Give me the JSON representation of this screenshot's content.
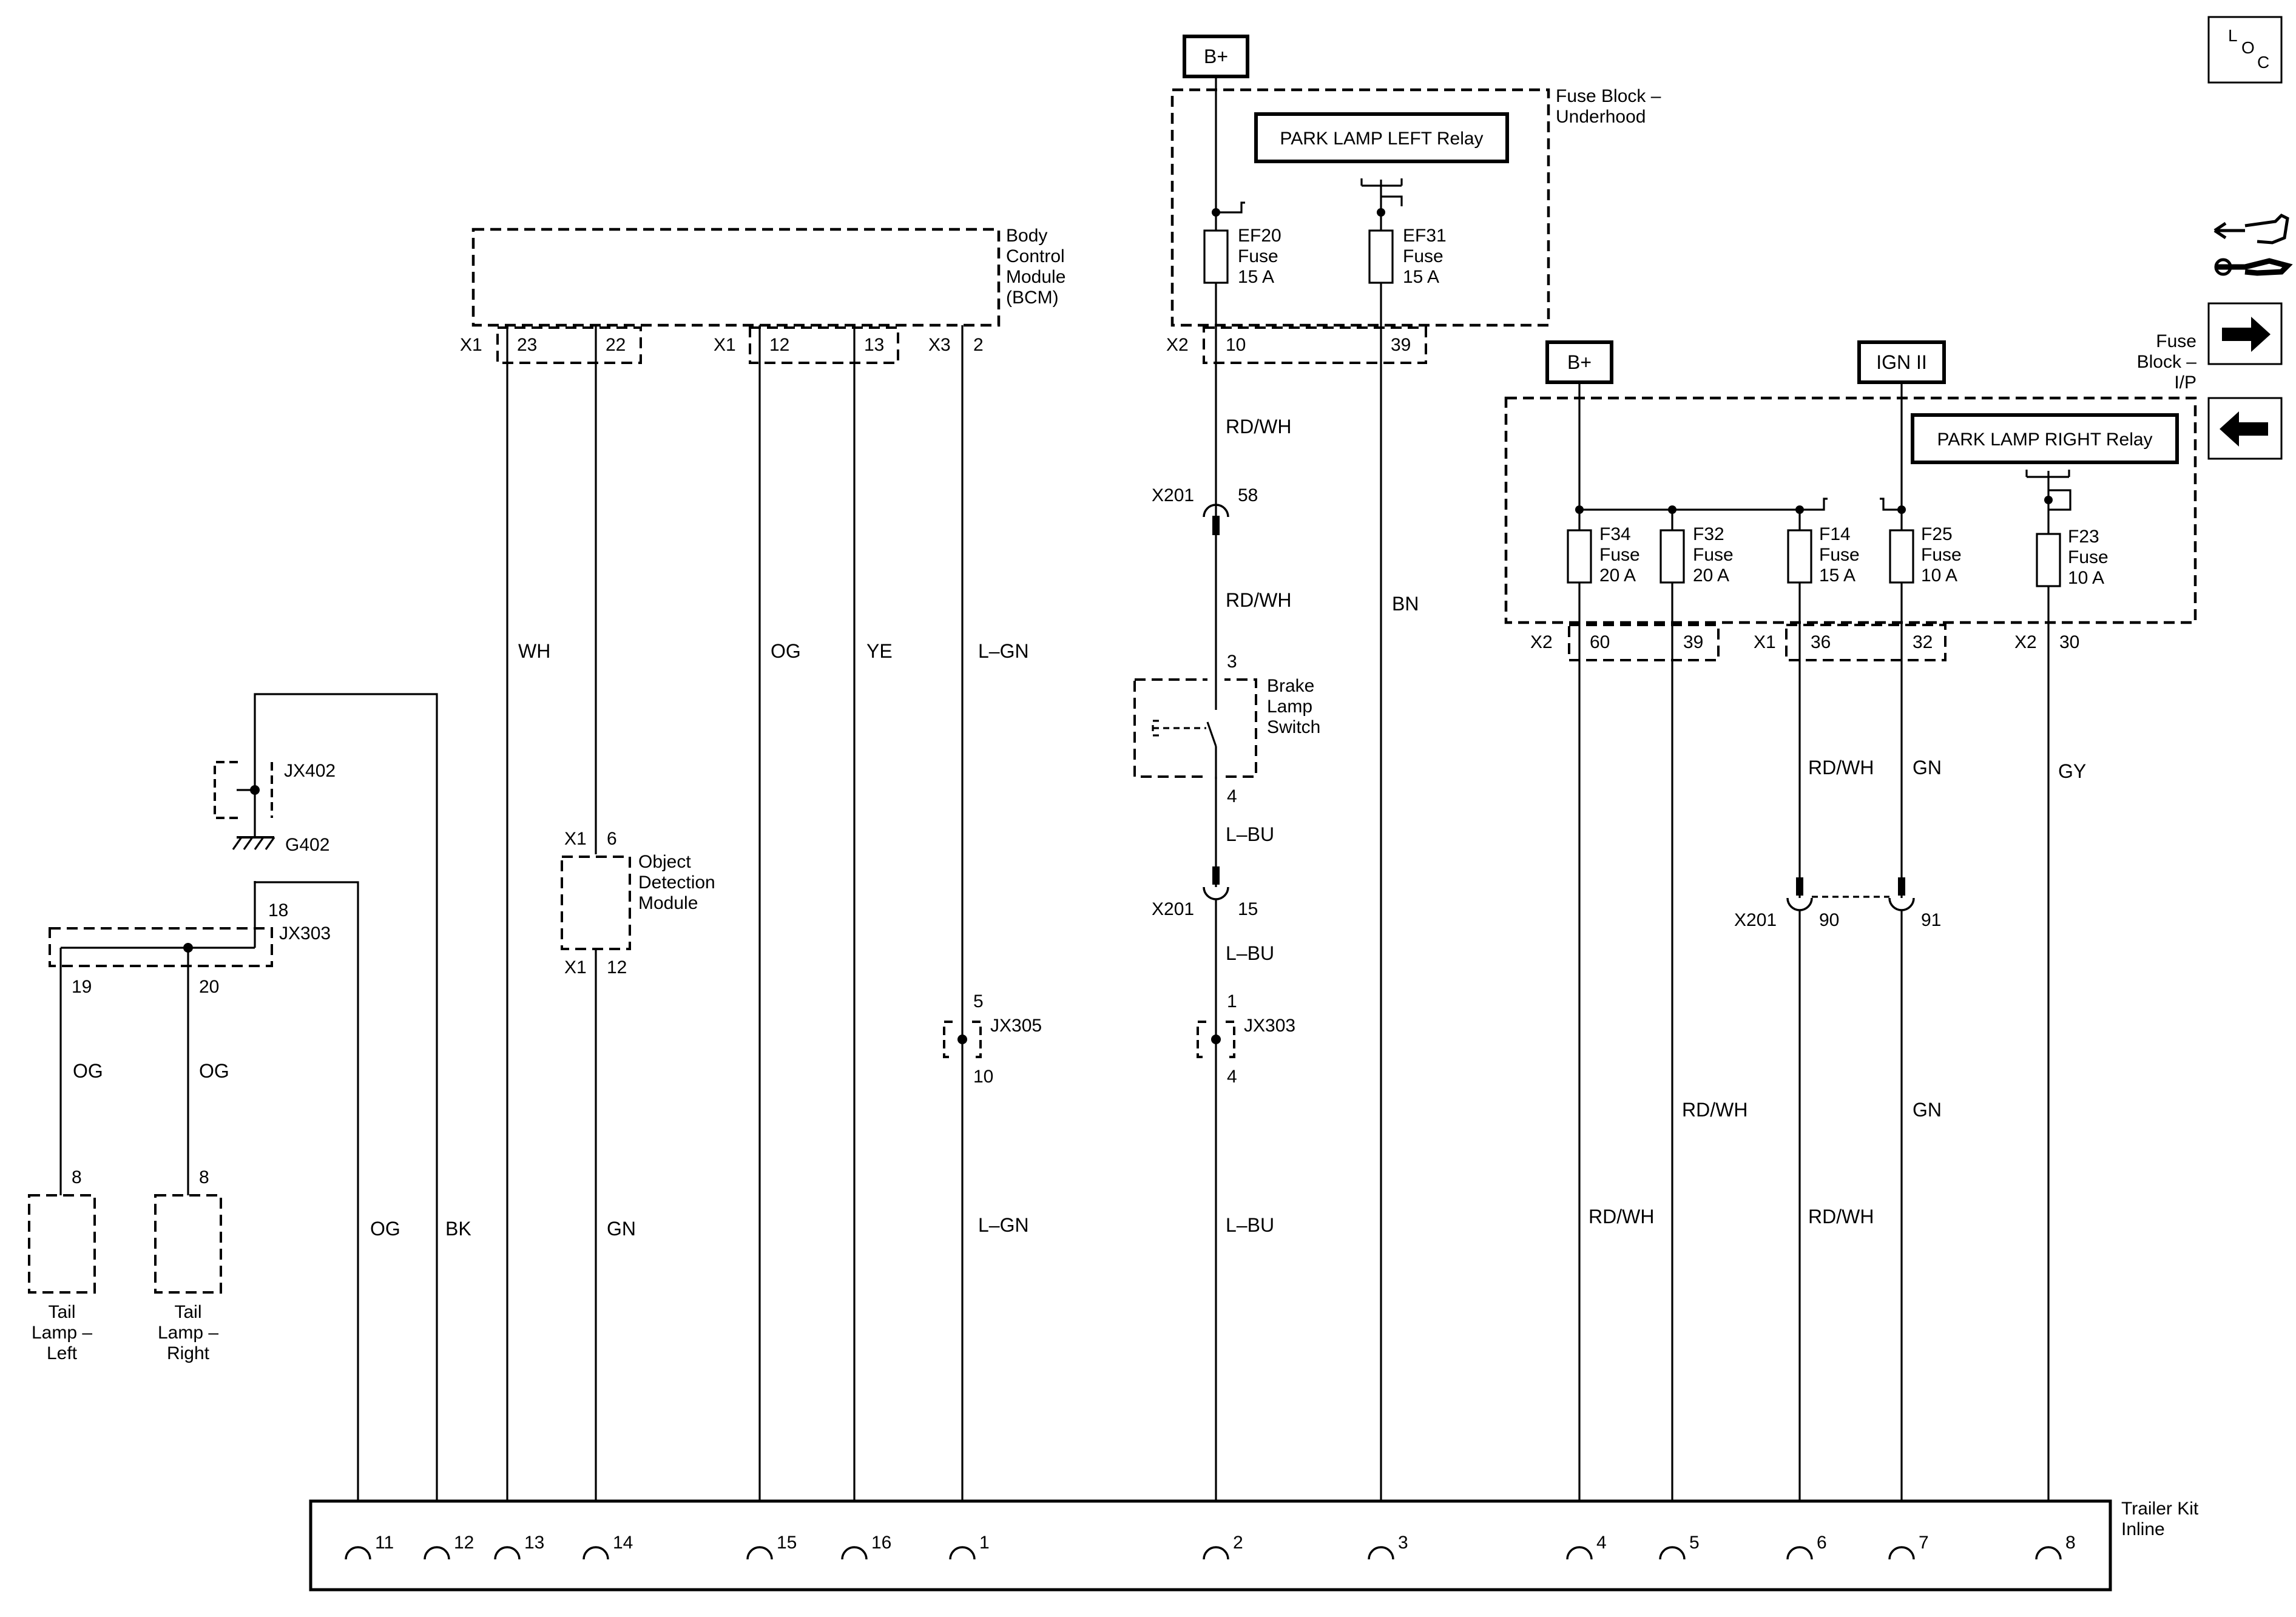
{
  "sources": {
    "b_plus_top": "B+",
    "b_plus_ip": "B+",
    "ign_ii": "IGN II"
  },
  "locator": {
    "l": "L",
    "o": "O",
    "c": "C"
  },
  "fuse_block_underhood": {
    "label_line1": "Fuse Block –",
    "label_line2": "Underhood",
    "relay": "PARK LAMP LEFT Relay",
    "fuses": [
      {
        "name": "EF20",
        "type": "Fuse",
        "rating": "15 A"
      },
      {
        "name": "EF31",
        "type": "Fuse",
        "rating": "15 A"
      }
    ],
    "connector": "X2",
    "pins": [
      "10",
      "39"
    ]
  },
  "fuse_block_ip": {
    "label_line1": "Fuse",
    "label_line2": "Block –",
    "label_line3": "I/P",
    "relay": "PARK LAMP RIGHT Relay",
    "fuses": [
      {
        "name": "F34",
        "type": "Fuse",
        "rating": "20 A"
      },
      {
        "name": "F32",
        "type": "Fuse",
        "rating": "20 A"
      },
      {
        "name": "F14",
        "type": "Fuse",
        "rating": "15 A"
      },
      {
        "name": "F25",
        "type": "Fuse",
        "rating": "10 A"
      },
      {
        "name": "F23",
        "type": "Fuse",
        "rating": "10 A"
      }
    ],
    "conn_x2": "X2",
    "conn_x1": "X1",
    "conn_x2b": "X2",
    "pins": [
      "60",
      "39",
      "36",
      "32",
      "30"
    ]
  },
  "bcm": {
    "label_line1": "Body",
    "label_line2": "Control",
    "label_line3": "Module",
    "label_line4": "(BCM)",
    "conn_a": "X1",
    "conn_b": "X1",
    "conn_c": "X3",
    "pins": [
      "23",
      "22",
      "12",
      "13",
      "2"
    ]
  },
  "odm": {
    "label_line1": "Object",
    "label_line2": "Detection",
    "label_line3": "Module",
    "conn_top": "X1",
    "pin_top": "6",
    "conn_bottom": "X1",
    "pin_bottom": "12"
  },
  "brake_switch": {
    "label_line1": "Brake",
    "label_line2": "Lamp",
    "label_line3": "Switch",
    "pin_in": "3",
    "pin_out": "4"
  },
  "inline_connectors": {
    "x201_a": {
      "name": "X201",
      "pin": "58"
    },
    "x201_b": {
      "name": "X201",
      "pin": "15"
    },
    "x201_c": {
      "name": "X201",
      "pin_a": "90",
      "pin_b": "91"
    }
  },
  "splices": {
    "jx402": "JX402",
    "g402": "G402",
    "jx303_left": {
      "name": "JX303",
      "pin_in": "18",
      "pin_a": "19",
      "pin_b": "20"
    },
    "jx305": {
      "name": "JX305",
      "pin_in": "5",
      "pin_out": "10"
    },
    "jx303_mid": {
      "name": "JX303",
      "pin_in": "1",
      "pin_out": "4"
    }
  },
  "tail_lamps": {
    "left": {
      "pin": "8",
      "line1": "Tail",
      "line2": "Lamp –",
      "line3": "Left"
    },
    "right": {
      "pin": "8",
      "line1": "Tail",
      "line2": "Lamp –",
      "line3": "Right"
    }
  },
  "wire_colors": {
    "wh": "WH",
    "og_bcm": "OG",
    "ye": "YE",
    "lgn_upper": "L–GN",
    "rdwh_1": "RD/WH",
    "rdwh_2": "RD/WH",
    "bn": "BN",
    "lbu_1": "L–BU",
    "lbu_2": "L–BU",
    "lbu_3": "L–BU",
    "og_l": "OG",
    "og_r": "OG",
    "og_low": "OG",
    "bk": "BK",
    "gn_odm": "GN",
    "lgn_low": "L–GN",
    "rdwh_f14": "RD/WH",
    "gn_f25": "GN",
    "gy": "GY",
    "rdwh_f32": "RD/WH",
    "gn_low": "GN",
    "rdwh_f34": "RD/WH",
    "rdwh_f14_low": "RD/WH"
  },
  "trailer_kit": {
    "label_line1": "Trailer Kit",
    "label_line2": "Inline",
    "pins": [
      "11",
      "12",
      "13",
      "14",
      "15",
      "16",
      "1",
      "2",
      "3",
      "4",
      "5",
      "6",
      "7",
      "8"
    ]
  }
}
